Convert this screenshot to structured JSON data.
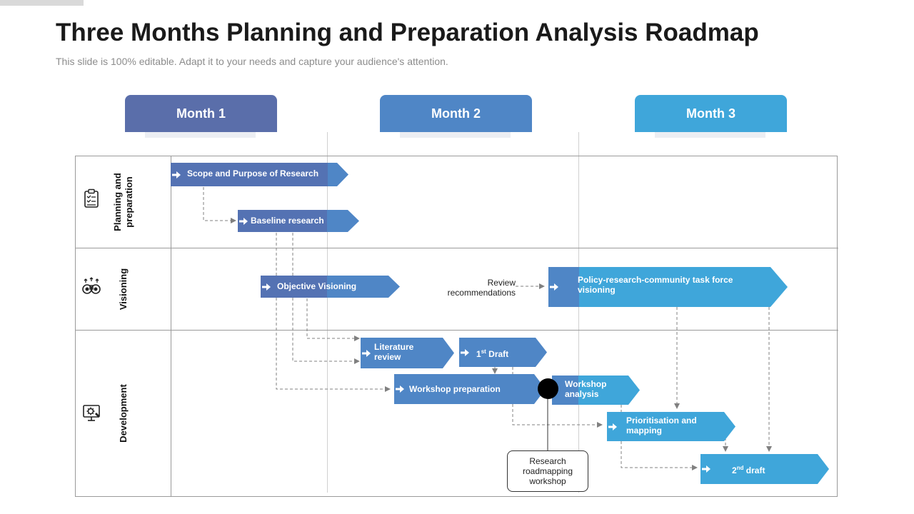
{
  "title": "Three Months Planning and Preparation Analysis Roadmap",
  "subtitle": "This slide is 100% editable. Adapt it to your needs and capture your audience's attention.",
  "colors": {
    "month1": "#5a6eaa",
    "month2": "#4f86c6",
    "month3": "#3fa6da",
    "task_dark": "#5472b3",
    "task_mid": "#4f86c6",
    "task_light": "#3fa6da",
    "grid": "#9a9a9a",
    "connector": "#808080"
  },
  "months": [
    {
      "label": "Month 1"
    },
    {
      "label": "Month 2"
    },
    {
      "label": "Month 3"
    }
  ],
  "rows": [
    {
      "label_line1": "Planning and",
      "label_line2": "preparation",
      "icon": "clipboard-checklist-icon"
    },
    {
      "label_line1": "Visioning",
      "label_line2": "",
      "icon": "binoculars-icon"
    },
    {
      "label_line1": "Development",
      "label_line2": "",
      "icon": "monitor-gear-icon"
    }
  ],
  "tasks": {
    "scope": "Scope and Purpose of Research",
    "baseline": "Baseline research",
    "objective": "Objective Visioning",
    "policy": "Policy-research-community task force visioning",
    "literature": "Literature review",
    "draft1_num": "1",
    "draft1_sup": "st",
    "draft1_word": " Draft",
    "workshop_prep": "Workshop preparation",
    "workshop_analysis": "Workshop analysis",
    "prioritisation": "Prioritisation and mapping",
    "draft2_num": "2",
    "draft2_sup": "nd",
    "draft2_word": " draft"
  },
  "notes": {
    "review_line1": "Review",
    "review_line2": "recommendations"
  },
  "callout": {
    "line1": "Research",
    "line2": "roadmapping",
    "line3": "workshop"
  }
}
